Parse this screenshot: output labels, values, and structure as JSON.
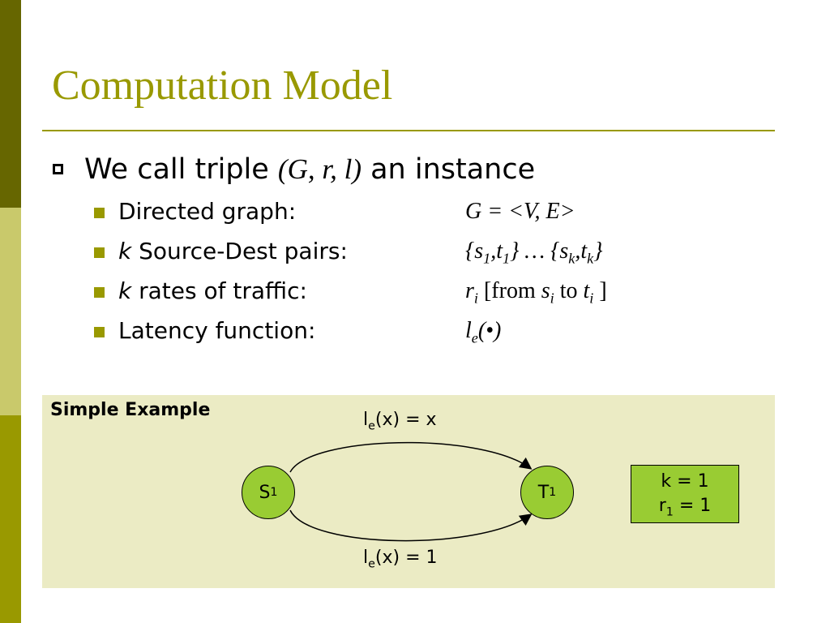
{
  "slide": {
    "title": "Computation Model",
    "colors": {
      "accent": "#999900",
      "bar_dark": "#666600",
      "bar_light": "#c9c96b",
      "panel_bg": "#ebebc4",
      "node_fill": "#99cc33"
    }
  },
  "bullet_main": {
    "prefix": "We call triple ",
    "math": "(G, r, l)",
    "suffix": " an instance",
    "icon": "hollow-square-bullet-icon"
  },
  "sub_bullets": [
    {
      "label_pre": "",
      "label_italic": "",
      "label": "Directed graph:",
      "value": "G = <V, E>"
    },
    {
      "label_italic": "k",
      "label": " Source-Dest pairs:",
      "value_parts": [
        "{s",
        "1",
        ",t",
        "1",
        "} … {s",
        "k",
        ",t",
        "k",
        "}"
      ]
    },
    {
      "label_italic": "k",
      "label": " rates of traffic:",
      "value_parts": [
        "r",
        "i",
        " [from ",
        "s",
        "i",
        " to ",
        "t",
        "i",
        " ]"
      ]
    },
    {
      "label_italic": "",
      "label": "Latency function:",
      "value_parts": [
        "l",
        "e",
        "(•)"
      ]
    }
  ],
  "example": {
    "title": "Simple Example",
    "top_edge": {
      "l": "l",
      "sub": "e",
      "rest": "(x) = x"
    },
    "bottom_edge": {
      "l": "l",
      "sub": "e",
      "rest": "(x) = 1"
    },
    "source": {
      "name": "S",
      "sub": "1"
    },
    "target": {
      "name": "T",
      "sub": "1"
    },
    "info": {
      "line1": "k = 1",
      "line2_pre": "r",
      "line2_sub": "1",
      "line2_post": " = 1"
    }
  }
}
